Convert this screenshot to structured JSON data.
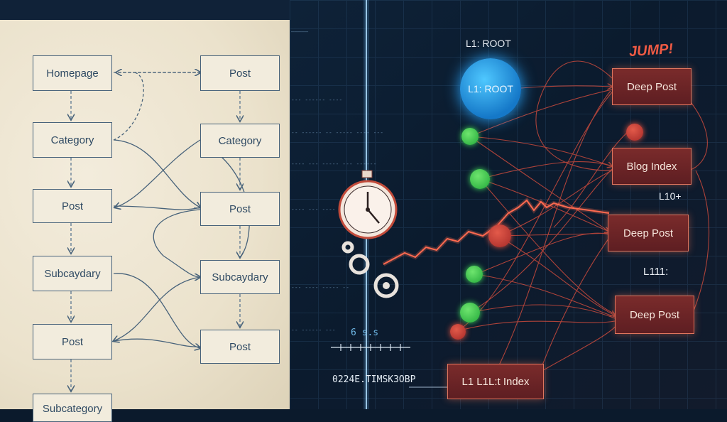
{
  "left_diagram": {
    "left_column": [
      "Homepage",
      "Category",
      "Post",
      "Subcaydary",
      "Post",
      "Subcategory"
    ],
    "right_column": [
      "Post",
      "Category",
      "Post",
      "Subcaydary",
      "Post"
    ]
  },
  "right_diagram": {
    "root_label": "L1: ROOT",
    "root_node_text": "L1: ROOT",
    "jump_label": "JUMP!",
    "boxes": [
      "Deep Post",
      "Blog Index",
      "Deep Post",
      "Deep Post"
    ],
    "level_labels": [
      "L10+",
      "L111:"
    ],
    "bottom_box": "L1 L1L:t Index"
  },
  "timeline": {
    "small_reading": "6 s.s",
    "stamp": "0224E.TIMSK3OBP"
  },
  "colors": {
    "paper": "#ede4cf",
    "ink": "#47627a",
    "glow_red": "#e2503e",
    "root_blue": "#2aa8ff",
    "node_green": "#3fd85a"
  }
}
